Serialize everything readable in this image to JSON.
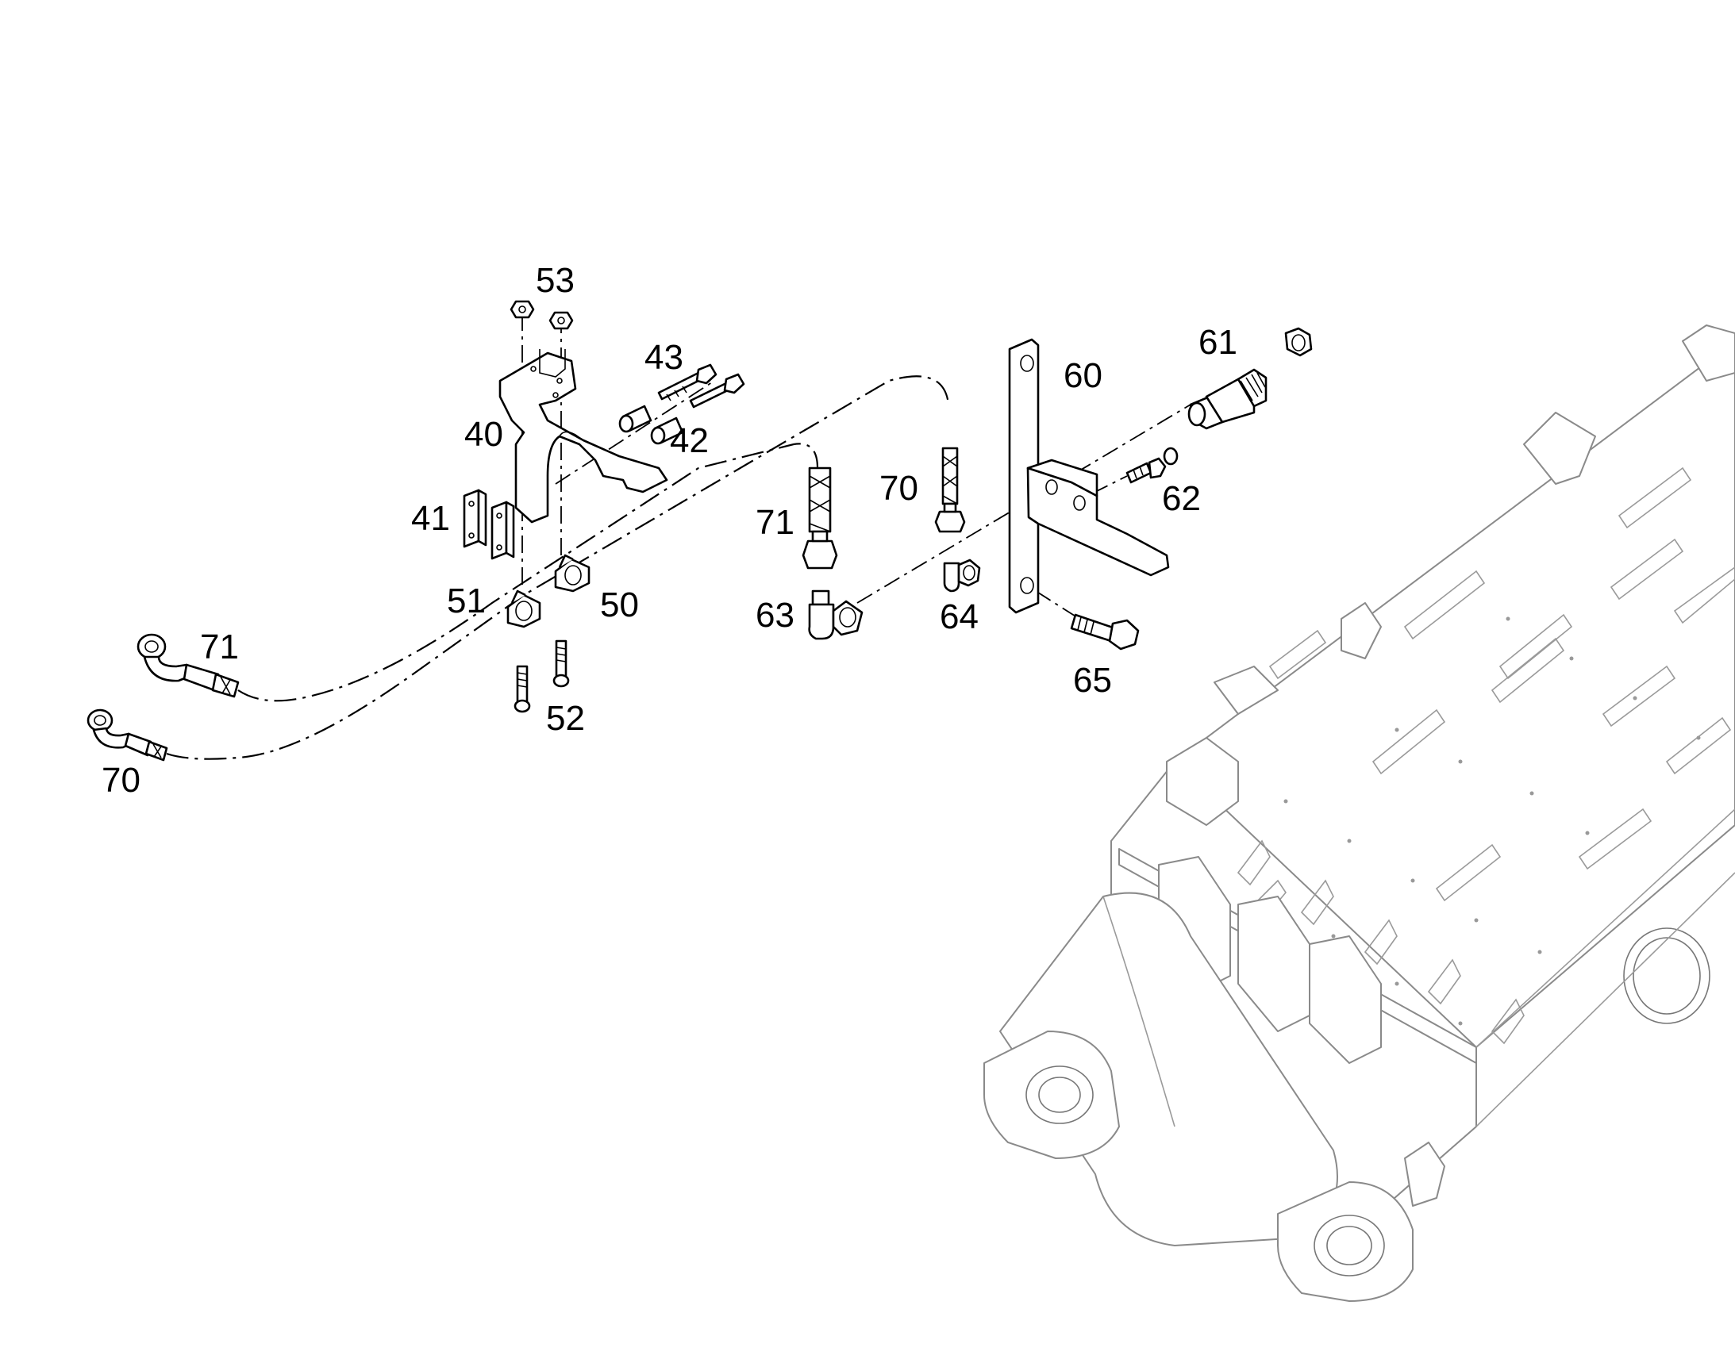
{
  "callouts": {
    "n53": "53",
    "n43": "43",
    "n40": "40",
    "n42": "42",
    "n41": "41",
    "n51": "51",
    "n50": "50",
    "n52": "52",
    "n71a": "71",
    "n70a": "70",
    "n71b": "71",
    "n63": "63",
    "n70b": "70",
    "n64": "64",
    "n60": "60",
    "n61": "61",
    "n62": "62",
    "n65": "65"
  }
}
